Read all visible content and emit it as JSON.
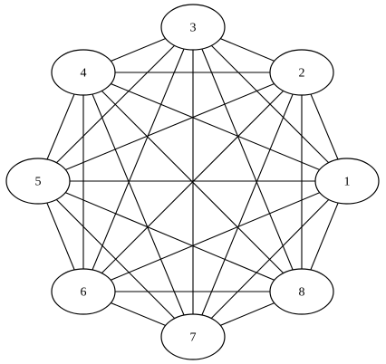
{
  "graph": {
    "nodes": [
      {
        "id": "1",
        "label": "1"
      },
      {
        "id": "2",
        "label": "2"
      },
      {
        "id": "3",
        "label": "3"
      },
      {
        "id": "4",
        "label": "4"
      },
      {
        "id": "5",
        "label": "5"
      },
      {
        "id": "6",
        "label": "6"
      },
      {
        "id": "7",
        "label": "7"
      },
      {
        "id": "8",
        "label": "8"
      }
    ],
    "edges": [
      [
        "1",
        "2"
      ],
      [
        "1",
        "3"
      ],
      [
        "1",
        "4"
      ],
      [
        "1",
        "5"
      ],
      [
        "1",
        "6"
      ],
      [
        "1",
        "7"
      ],
      [
        "1",
        "8"
      ],
      [
        "2",
        "3"
      ],
      [
        "2",
        "4"
      ],
      [
        "2",
        "5"
      ],
      [
        "2",
        "6"
      ],
      [
        "2",
        "7"
      ],
      [
        "2",
        "8"
      ],
      [
        "3",
        "4"
      ],
      [
        "3",
        "5"
      ],
      [
        "3",
        "6"
      ],
      [
        "3",
        "7"
      ],
      [
        "3",
        "8"
      ],
      [
        "4",
        "5"
      ],
      [
        "4",
        "6"
      ],
      [
        "4",
        "7"
      ],
      [
        "4",
        "8"
      ],
      [
        "5",
        "6"
      ],
      [
        "5",
        "7"
      ],
      [
        "5",
        "8"
      ],
      [
        "6",
        "7"
      ],
      [
        "6",
        "8"
      ],
      [
        "7",
        "8"
      ]
    ],
    "stroke_color": "#000000",
    "node_fill": "#ffffff"
  }
}
